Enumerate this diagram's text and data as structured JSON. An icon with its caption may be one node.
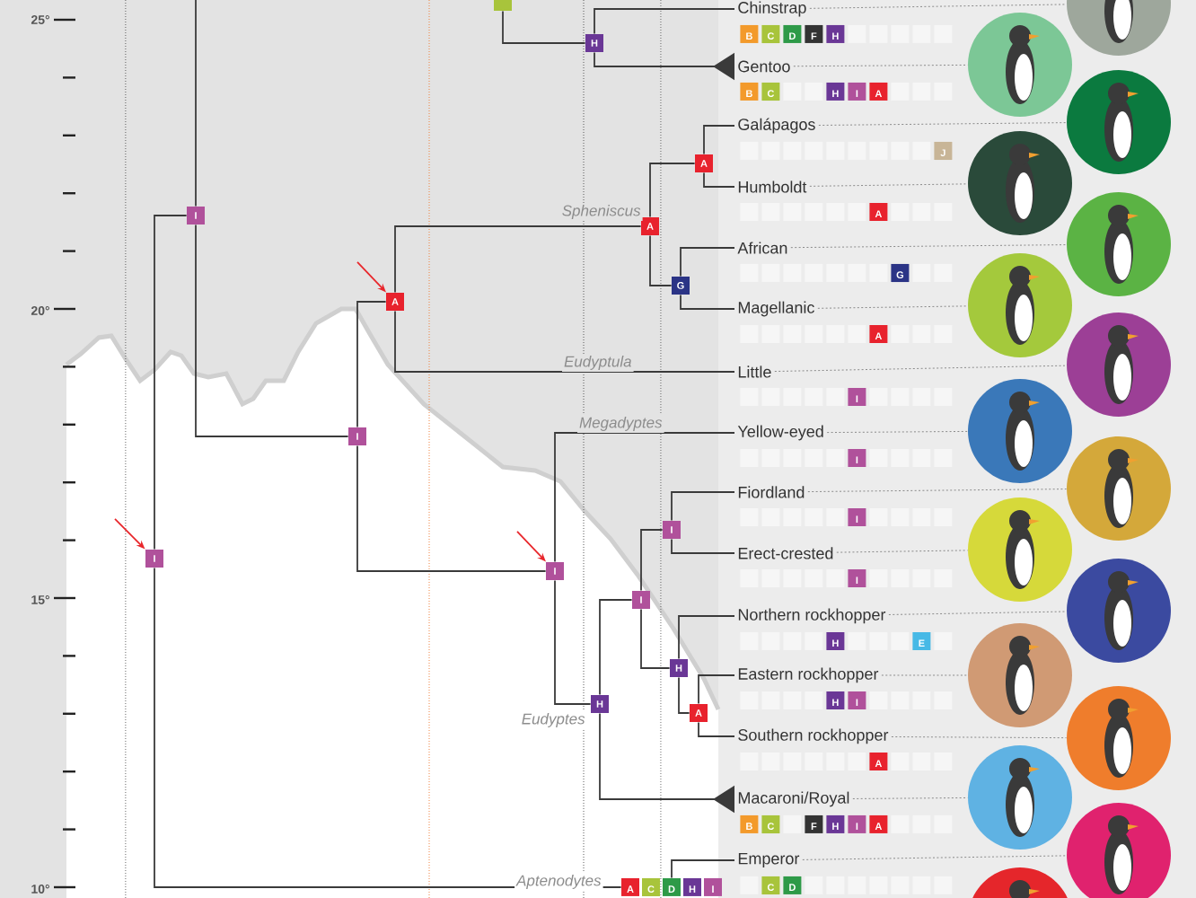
{
  "diagram": {
    "nodes": [
      {
        "text": [],
        "shape": "box"
      },
      {
        "text": [
          "H"
        ]
      },
      {
        "text": [
          "I"
        ]
      },
      {
        "text": [
          "A"
        ]
      },
      {
        "text": [
          "A"
        ]
      },
      {
        "text": [
          "A"
        ]
      },
      {
        "text": [
          "G"
        ]
      },
      {
        "text": [
          "I"
        ]
      },
      {
        "text": [
          "I"
        ]
      },
      {
        "text": [
          "I"
        ]
      },
      {
        "text": [
          "I"
        ]
      },
      {
        "text": [
          "I"
        ]
      },
      {
        "text": [
          "H"
        ]
      },
      {
        "text": [
          "A"
        ]
      },
      {
        "text": [
          "H"
        ]
      },
      {
        "text": [
          "Chinstrap"
        ]
      },
      {
        "text": [
          "Gentoo"
        ]
      },
      {
        "text": [
          "Galápagos"
        ]
      },
      {
        "text": [
          "Humboldt"
        ]
      },
      {
        "text": [
          "African"
        ]
      },
      {
        "text": [
          "Magellanic"
        ]
      },
      {
        "text": [
          "Little"
        ]
      },
      {
        "text": [
          "Yellow-eyed"
        ]
      },
      {
        "text": [
          "Fiordland"
        ]
      },
      {
        "text": [
          "Erect-crested"
        ]
      },
      {
        "text": [
          "Northern rockhopper"
        ]
      },
      {
        "text": [
          "Eastern rockhopper"
        ]
      },
      {
        "text": [
          "Southern rockhopper"
        ]
      },
      {
        "text": [
          "Macaroni/Royal"
        ]
      },
      {
        "text": [
          "Emperor"
        ]
      },
      {
        "text": [],
        "shape": "picture"
      },
      {
        "text": [],
        "shape": "picture"
      },
      {
        "text": [],
        "shape": "picture"
      },
      {
        "text": [],
        "shape": "picture"
      },
      {
        "text": [],
        "shape": "picture"
      },
      {
        "text": [],
        "shape": "picture"
      },
      {
        "text": [],
        "shape": "picture"
      },
      {
        "text": [],
        "shape": "picture"
      },
      {
        "text": [],
        "shape": "picture"
      },
      {
        "text": [],
        "shape": "picture"
      },
      {
        "text": [],
        "shape": "picture"
      },
      {
        "text": [],
        "shape": "picture"
      },
      {
        "text": [],
        "shape": "picture"
      },
      {
        "text": [],
        "shape": "picture"
      },
      {
        "text": [],
        "shape": "picture"
      },
      {
        "text": [],
        "shape": "picture"
      },
      {
        "text": [
          "A",
          "C",
          "D",
          "H",
          "I"
        ]
      },
      {
        "text": [
          "B",
          "C",
          "D",
          "F",
          "H"
        ]
      },
      {
        "text": [
          "B",
          "C",
          "H",
          "I",
          "A"
        ]
      },
      {
        "text": [
          "J"
        ]
      },
      {
        "text": [
          "A"
        ]
      },
      {
        "text": [
          "G"
        ]
      },
      {
        "text": [
          "A"
        ]
      },
      {
        "text": [
          "I"
        ]
      },
      {
        "text": [
          "I"
        ]
      },
      {
        "text": [
          "I"
        ]
      },
      {
        "text": [
          "I"
        ]
      },
      {
        "text": [
          "H",
          "E"
        ]
      },
      {
        "text": [
          "H",
          "I"
        ]
      },
      {
        "text": [
          "A"
        ]
      },
      {
        "text": [
          "B",
          "C",
          "F",
          "H",
          "I",
          "A"
        ]
      },
      {
        "text": [
          "C",
          "D"
        ]
      }
    ],
    "edges": [
      {
        "from": 0,
        "to": 1,
        "arrow": "none"
      },
      {
        "from": 1,
        "to": 15,
        "arrow": "none"
      },
      {
        "from": 1,
        "to": 16,
        "arrow": "other"
      },
      {
        "from": null,
        "to": 2,
        "arrow": "none"
      },
      {
        "from": 2,
        "to": 8,
        "arrow": "none"
      },
      {
        "from": 2,
        "to": 7,
        "arrow": "none"
      },
      {
        "from": 7,
        "to": 3,
        "arrow": "none"
      },
      {
        "from": 3,
        "to": 4,
        "arrow": "none",
        "label": "Spheniscus"
      },
      {
        "from": 4,
        "to": 5,
        "arrow": "none"
      },
      {
        "from": 4,
        "to": 6,
        "arrow": "none"
      },
      {
        "from": 5,
        "to": 17,
        "arrow": "none"
      },
      {
        "from": 5,
        "to": 18,
        "arrow": "none"
      },
      {
        "from": 6,
        "to": 19,
        "arrow": "none"
      },
      {
        "from": 6,
        "to": 20,
        "arrow": "none"
      },
      {
        "from": 3,
        "to": 21,
        "arrow": "none",
        "label": "Eudyptula"
      },
      {
        "from": 7,
        "to": 9,
        "arrow": "none"
      },
      {
        "from": 9,
        "to": 22,
        "arrow": "none",
        "label": "Megadyptes"
      },
      {
        "from": 9,
        "to": 14,
        "arrow": "none",
        "label": "Eudyptes"
      },
      {
        "from": 14,
        "to": 10,
        "arrow": "none"
      },
      {
        "from": 14,
        "to": 28,
        "arrow": "other"
      },
      {
        "from": 10,
        "to": 11,
        "arrow": "none"
      },
      {
        "from": 10,
        "to": 12,
        "arrow": "none"
      },
      {
        "from": 11,
        "to": 23,
        "arrow": "none"
      },
      {
        "from": 11,
        "to": 24,
        "arrow": "none"
      },
      {
        "from": 12,
        "to": 25,
        "arrow": "none"
      },
      {
        "from": 12,
        "to": 13,
        "arrow": "none"
      },
      {
        "from": 13,
        "to": 26,
        "arrow": "none"
      },
      {
        "from": 13,
        "to": 27,
        "arrow": "none"
      },
      {
        "from": 8,
        "to": 46,
        "arrow": "none",
        "label": "Aptenodytes"
      },
      {
        "from": 46,
        "to": 29,
        "arrow": "none"
      },
      {
        "from": null,
        "to": 3,
        "arrow": "to",
        "color": "#e8262b"
      },
      {
        "from": null,
        "to": 8,
        "arrow": "to",
        "color": "#e8262b"
      },
      {
        "from": null,
        "to": 9,
        "arrow": "to",
        "color": "#e8262b"
      },
      {
        "from": 15,
        "to": 30,
        "arrow": "none",
        "style": "dashed"
      },
      {
        "from": 16,
        "to": 31,
        "arrow": "none",
        "style": "dashed"
      },
      {
        "from": 17,
        "to": 32,
        "arrow": "none",
        "style": "dashed"
      },
      {
        "from": 18,
        "to": 33,
        "arrow": "none",
        "style": "dashed"
      },
      {
        "from": 19,
        "to": 34,
        "arrow": "none",
        "style": "dashed"
      },
      {
        "from": 20,
        "to": 35,
        "arrow": "none",
        "style": "dashed"
      },
      {
        "from": 21,
        "to": 36,
        "arrow": "none",
        "style": "dashed"
      },
      {
        "from": 22,
        "to": 37,
        "arrow": "none",
        "style": "dashed"
      },
      {
        "from": 23,
        "to": 38,
        "arrow": "none",
        "style": "dashed"
      },
      {
        "from": 24,
        "to": 39,
        "arrow": "none",
        "style": "dashed"
      },
      {
        "from": 25,
        "to": 40,
        "arrow": "none",
        "style": "dashed"
      },
      {
        "from": 26,
        "to": 41,
        "arrow": "none",
        "style": "dashed"
      },
      {
        "from": 27,
        "to": 42,
        "arrow": "none",
        "style": "dashed"
      },
      {
        "from": 28,
        "to": 43,
        "arrow": "none",
        "style": "dashed"
      },
      {
        "from": 29,
        "to": 44,
        "arrow": "none",
        "style": "dashed"
      }
    ],
    "labels": [
      "25°",
      "20°",
      "15°",
      "10°"
    ]
  }
}
